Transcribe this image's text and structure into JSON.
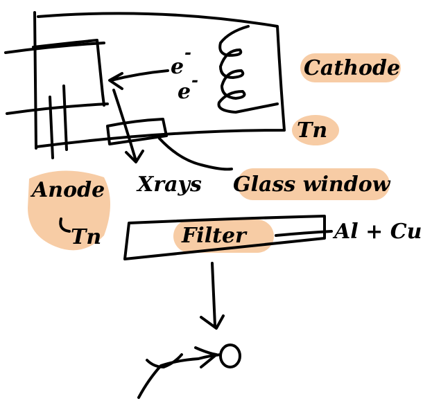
{
  "labels": {
    "electron_1": "e",
    "electron_2": "e",
    "cathode": "Cathode",
    "cathode_material": "Tn",
    "anode": "Anode",
    "anode_material": "Tn",
    "xrays": "Xrays",
    "glass_window": "Glass window",
    "filter": "Filter",
    "filter_material": "Al + Cu"
  },
  "colors": {
    "ink": "#000000",
    "highlight": "#f7c9a0"
  }
}
